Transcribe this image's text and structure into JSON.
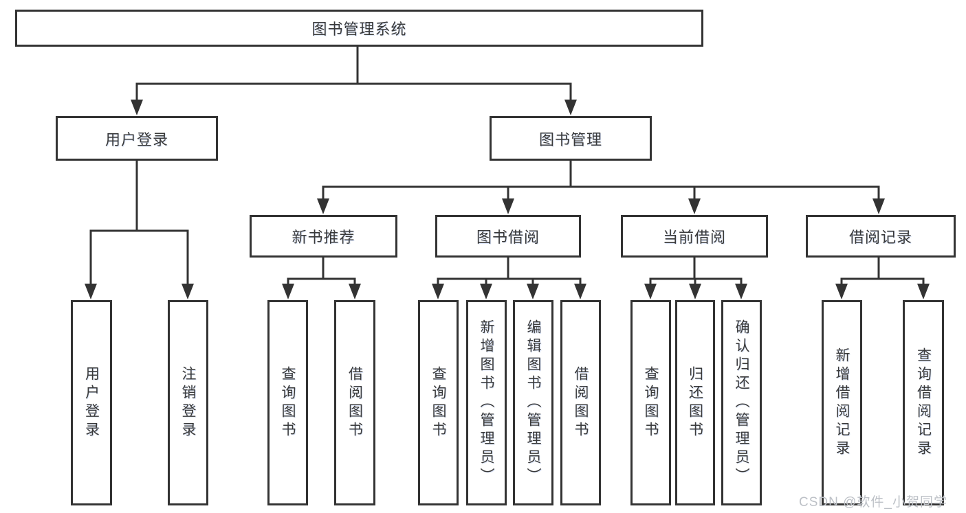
{
  "tree": {
    "label": "图书管理系统",
    "children": [
      {
        "label": "用户登录",
        "children": [
          {
            "label": "用户登录"
          },
          {
            "label": "注销登录"
          }
        ]
      },
      {
        "label": "图书管理",
        "children": [
          {
            "label": "新书推荐",
            "children": [
              {
                "label": "查询图书"
              },
              {
                "label": "借阅图书"
              }
            ]
          },
          {
            "label": "图书借阅",
            "children": [
              {
                "label": "查询图书"
              },
              {
                "label": "新增图书（管理员）"
              },
              {
                "label": "编辑图书（管理员）"
              },
              {
                "label": "借阅图书"
              }
            ]
          },
          {
            "label": "当前借阅",
            "children": [
              {
                "label": "查询图书"
              },
              {
                "label": "归还图书"
              },
              {
                "label": "确认归还（管理员）"
              }
            ]
          },
          {
            "label": "借阅记录",
            "children": [
              {
                "label": "新增借阅记录"
              },
              {
                "label": "查询借阅记录"
              }
            ]
          }
        ]
      }
    ]
  },
  "watermark": "CSDN @软件_小贺同学",
  "colors": {
    "line": "#333333",
    "box_border": "#333333",
    "text": "#3a3a3a",
    "background": "#ffffff",
    "watermark": "#bdc1c7"
  }
}
